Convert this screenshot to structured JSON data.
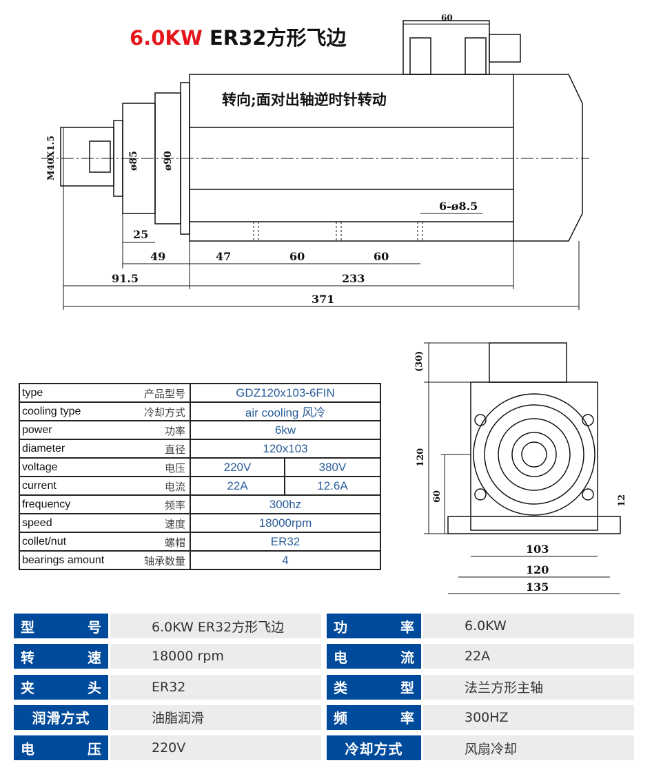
{
  "title": {
    "highlight": "6.0KW",
    "rest": "ER32方形飞边"
  },
  "drawing": {
    "rotation_note": "转向;面对出轴逆时针转动",
    "thread": "M40X1.5",
    "dia85": "ø85",
    "dia90": "ø90",
    "holes": "6-ø8.5",
    "dims_side": {
      "box_width": "60",
      "d25": "25",
      "d49": "49",
      "d47": "47",
      "d60a": "60",
      "d60b": "60",
      "d91_5": "91.5",
      "d233": "233",
      "d371": "371"
    },
    "dims_front": {
      "top": "(30)",
      "height": "120",
      "center": "60",
      "base": "12",
      "w103": "103",
      "w120": "120",
      "w135": "135"
    }
  },
  "spec_table": [
    {
      "en": "type",
      "cn": "产品型号",
      "value": "GDZ120x103-6FIN"
    },
    {
      "en": "cooling type",
      "cn": "冷却方式",
      "value": "air cooling 风冷"
    },
    {
      "en": "power",
      "cn": "功率",
      "value": "6kw"
    },
    {
      "en": "diameter",
      "cn": "直径",
      "value": "120x103"
    },
    {
      "en": "voltage",
      "cn": "电压",
      "value": "220V",
      "value2": "380V"
    },
    {
      "en": "current",
      "cn": "电流",
      "value": "22A",
      "value2": "12.6A"
    },
    {
      "en": "frequency",
      "cn": "频率",
      "value": "300hz"
    },
    {
      "en": "speed",
      "cn": "速度",
      "value": "18000rpm"
    },
    {
      "en": "collet/nut",
      "cn": "螺帽",
      "value": "ER32"
    },
    {
      "en": "bearings amount",
      "cn": "轴承数量",
      "value": "4"
    }
  ],
  "summary": [
    {
      "l1": [
        "型",
        "号"
      ],
      "v1": "6.0KW ER32方形飞边",
      "l2": [
        "功",
        "率"
      ],
      "v2": "6.0KW"
    },
    {
      "l1": [
        "转",
        "速"
      ],
      "v1": "18000 rpm",
      "l2": [
        "电",
        "流"
      ],
      "v2": "22A"
    },
    {
      "l1": [
        "夹",
        "头"
      ],
      "v1": "ER32",
      "l2": [
        "类",
        "型"
      ],
      "v2": "法兰方形主轴"
    },
    {
      "l1": [
        "润滑方式"
      ],
      "v1": "油脂润滑",
      "l2": [
        "频",
        "率"
      ],
      "v2": "300HZ"
    },
    {
      "l1": [
        "电",
        "压"
      ],
      "v1": "220V",
      "l2": [
        "冷却方式"
      ],
      "v2": "风扇冷却"
    }
  ],
  "colors": {
    "accent_blue": "#004a9b",
    "title_red": "#e5161b",
    "value_blue": "#2a5d9a"
  }
}
